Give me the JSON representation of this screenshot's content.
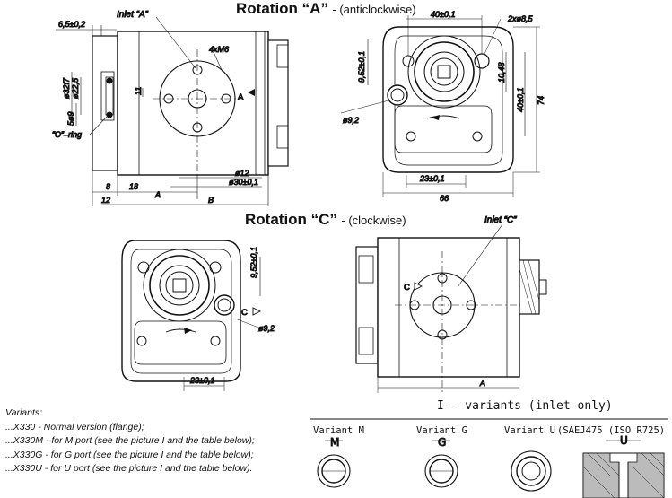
{
  "headings": {
    "rotation_a": "Rotation “A”",
    "rotation_a_note": "- (anticlockwise)",
    "rotation_c": "Rotation “C”",
    "rotation_c_note": "- (clockwise)"
  },
  "side_view_a": {
    "inlet_label": "Inlet “A”",
    "thread_label": "4xM6",
    "direction_letter": "A",
    "o_ring_label": "“O”–ring",
    "dimensions": [
      "6,5±0,2",
      "ø32f7",
      "ø22,5",
      "5ø9",
      "11",
      "ø12",
      "ø30±0,1",
      "8",
      "18",
      "A",
      "12",
      "B"
    ]
  },
  "front_view_a": {
    "dimensions": [
      "40±0,1",
      "2xø8,5",
      "9,52±0,1",
      "10,48",
      "40±0,1",
      "74",
      "ø9,2",
      "23±0,1",
      "66"
    ]
  },
  "front_view_c": {
    "direction_label": "C",
    "dimensions": [
      "9,52±0,1",
      "ø9,2",
      "23±0,1"
    ]
  },
  "side_view_c": {
    "inlet_label": "Inlet “C”",
    "direction_label": "C",
    "dimensions": [
      "A"
    ]
  },
  "variants": {
    "title": "Variants:",
    "items": [
      "...X330   - Normal version (flange);",
      "...X330M  - for M port (see the picture I and the table below);",
      "...X330G  - for G port (see the picture I and the table below);",
      "...X330U  - for U port (see the picture I and the table below)."
    ]
  },
  "inlet_variants": {
    "title": "I – variants (inlet only)",
    "items": [
      {
        "label": "Variant M",
        "letter": "M"
      },
      {
        "label": "Variant G",
        "letter": "G"
      },
      {
        "label": "Variant U",
        "letter": ""
      },
      {
        "label": "(SAEJ475 (ISO R725)",
        "letter": "U"
      }
    ]
  }
}
